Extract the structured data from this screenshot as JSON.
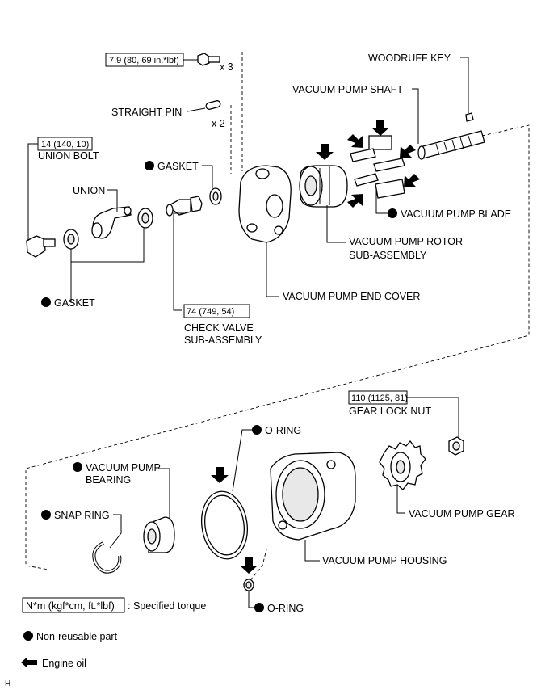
{
  "labels": {
    "woodruff_key": "WOODRUFF KEY",
    "vacuum_pump_shaft": "VACUUM PUMP SHAFT",
    "straight_pin": "STRAIGHT PIN",
    "straight_pin_qty": "x 2",
    "bolt_qty": "x 3",
    "union_bolt": "UNION BOLT",
    "gasket_top": "GASKET",
    "union": "UNION",
    "vacuum_pump_blade": "VACUUM PUMP BLADE",
    "rotor_line1": "VACUUM PUMP ROTOR",
    "rotor_line2": "SUB-ASSEMBLY",
    "gasket_bottom": "GASKET",
    "end_cover": "VACUUM PUMP END COVER",
    "check_valve_line1": "CHECK VALVE",
    "check_valve_line2": "SUB-ASSEMBLY",
    "gear_lock_nut": "GEAR LOCK NUT",
    "o_ring_top": "O-RING",
    "bearing_line1": "VACUUM PUMP",
    "bearing_line2": "BEARING",
    "snap_ring": "SNAP RING",
    "vacuum_pump_gear": "VACUUM PUMP GEAR",
    "vacuum_pump_housing": "VACUUM PUMP HOUSING",
    "o_ring_bottom": "O-RING"
  },
  "torques": {
    "bolt": "7.9 (80, 69 in.*lbf)",
    "union_bolt": "14 (140, 10)",
    "check_valve": "74 (749, 54)",
    "gear_lock_nut": "110 (1125, 81)"
  },
  "legend": {
    "torque_box": "N*m (kgf*cm, ft.*lbf)",
    "torque_text": ": Specified torque",
    "non_reusable": "Non-reusable part",
    "engine_oil": "Engine oil"
  },
  "corner_mark": "H",
  "icons": {
    "non_reusable": "filled-circle-icon",
    "engine_oil": "black-arrow-icon"
  }
}
